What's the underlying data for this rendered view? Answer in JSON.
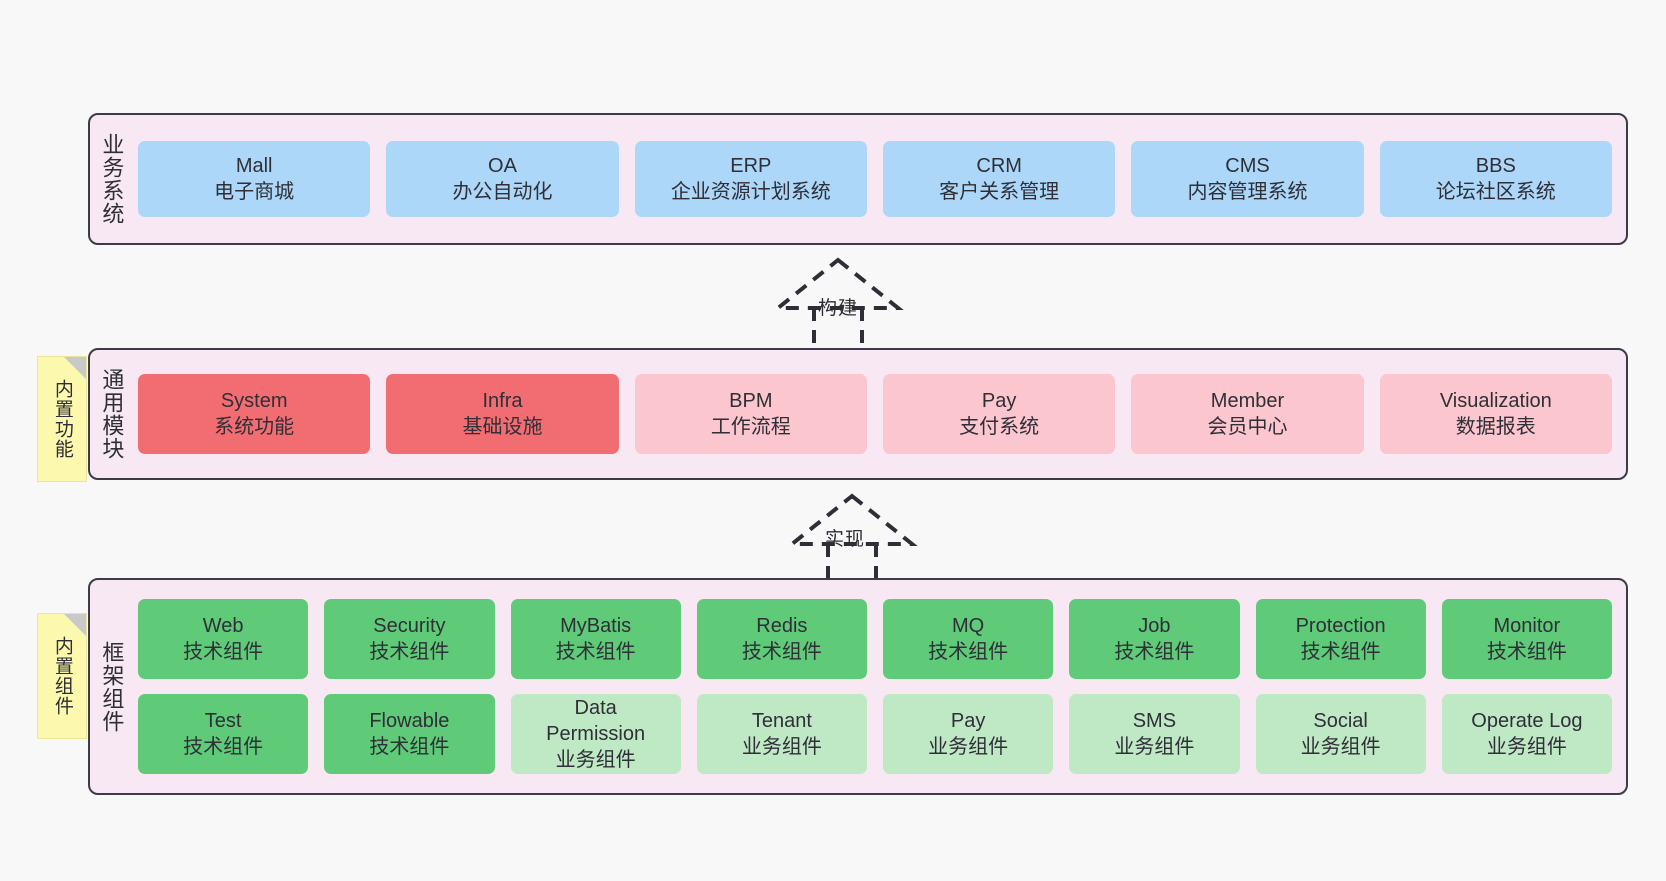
{
  "diagram": {
    "title": "",
    "colors": {
      "canvas": "#f8f8f8",
      "layer_fill": "#f7e8f3",
      "layer_border": "#3c3c48",
      "business_box": "#add7f8",
      "module_core_box": "#f26d72",
      "module_box": "#fbc6cd",
      "tech_component_box": "#5fca78",
      "business_component_box": "#bfe8c5",
      "sticky_note": "#fcf8ad",
      "sticky_fold": "#c9c9c9",
      "text": "#2f2f38"
    }
  },
  "layers": [
    {
      "id": "business",
      "label": "业务系统",
      "rows": [
        {
          "cells": [
            {
              "t1": "Mall",
              "t2": "电子商城",
              "t3": "",
              "fill": "blue"
            },
            {
              "t1": "OA",
              "t2": "办公自动化",
              "t3": "",
              "fill": "blue"
            },
            {
              "t1": "ERP",
              "t2": "企业资源计划系统",
              "t3": "",
              "fill": "blue"
            },
            {
              "t1": "CRM",
              "t2": "客户关系管理",
              "t3": "",
              "fill": "blue"
            },
            {
              "t1": "CMS",
              "t2": "内容管理系统",
              "t3": "",
              "fill": "blue"
            },
            {
              "t1": "BBS",
              "t2": "论坛社区系统",
              "t3": "",
              "fill": "blue"
            }
          ]
        }
      ]
    },
    {
      "id": "modules",
      "label": "通用模块",
      "sticky": "内置功能",
      "rows": [
        {
          "cells": [
            {
              "t1": "System",
              "t2": "系统功能",
              "t3": "",
              "fill": "red"
            },
            {
              "t1": "Infra",
              "t2": "基础设施",
              "t3": "",
              "fill": "red"
            },
            {
              "t1": "BPM",
              "t2": "工作流程",
              "t3": "",
              "fill": "pink"
            },
            {
              "t1": "Pay",
              "t2": "支付系统",
              "t3": "",
              "fill": "pink"
            },
            {
              "t1": "Member",
              "t2": "会员中心",
              "t3": "",
              "fill": "pink"
            },
            {
              "t1": "Visualization",
              "t2": "数据报表",
              "t3": "",
              "fill": "pink"
            }
          ]
        }
      ]
    },
    {
      "id": "framework",
      "label": "框架组件",
      "sticky": "内置组件",
      "rows": [
        {
          "cells": [
            {
              "t1": "Web",
              "t2": "技术组件",
              "t3": "",
              "fill": "green"
            },
            {
              "t1": "Security",
              "t2": "技术组件",
              "t3": "",
              "fill": "green"
            },
            {
              "t1": "MyBatis",
              "t2": "技术组件",
              "t3": "",
              "fill": "green"
            },
            {
              "t1": "Redis",
              "t2": "技术组件",
              "t3": "",
              "fill": "green"
            },
            {
              "t1": "MQ",
              "t2": "技术组件",
              "t3": "",
              "fill": "green"
            },
            {
              "t1": "Job",
              "t2": "技术组件",
              "t3": "",
              "fill": "green"
            },
            {
              "t1": "Protection",
              "t2": "技术组件",
              "t3": "",
              "fill": "green"
            },
            {
              "t1": "Monitor",
              "t2": "技术组件",
              "t3": "",
              "fill": "green"
            }
          ]
        },
        {
          "cells": [
            {
              "t1": "Test",
              "t2": "技术组件",
              "t3": "",
              "fill": "green"
            },
            {
              "t1": "Flowable",
              "t2": "技术组件",
              "t3": "",
              "fill": "green"
            },
            {
              "t1": "Data",
              "t2": "Permission",
              "t3": "业务组件",
              "fill": "lightgreen"
            },
            {
              "t1": "Tenant",
              "t2": "业务组件",
              "t3": "",
              "fill": "lightgreen"
            },
            {
              "t1": "Pay",
              "t2": "业务组件",
              "t3": "",
              "fill": "lightgreen"
            },
            {
              "t1": "SMS",
              "t2": "业务组件",
              "t3": "",
              "fill": "lightgreen"
            },
            {
              "t1": "Social",
              "t2": "业务组件",
              "t3": "",
              "fill": "lightgreen"
            },
            {
              "t1": "Operate Log",
              "t2": "业务组件",
              "t3": "",
              "fill": "lightgreen"
            }
          ]
        }
      ]
    }
  ],
  "connectors": [
    {
      "id": "build",
      "label": "构建",
      "style": "dashed-hollow-triangle",
      "direction": "up"
    },
    {
      "id": "impl",
      "label": "实现",
      "style": "dashed-hollow-triangle",
      "direction": "up"
    }
  ]
}
